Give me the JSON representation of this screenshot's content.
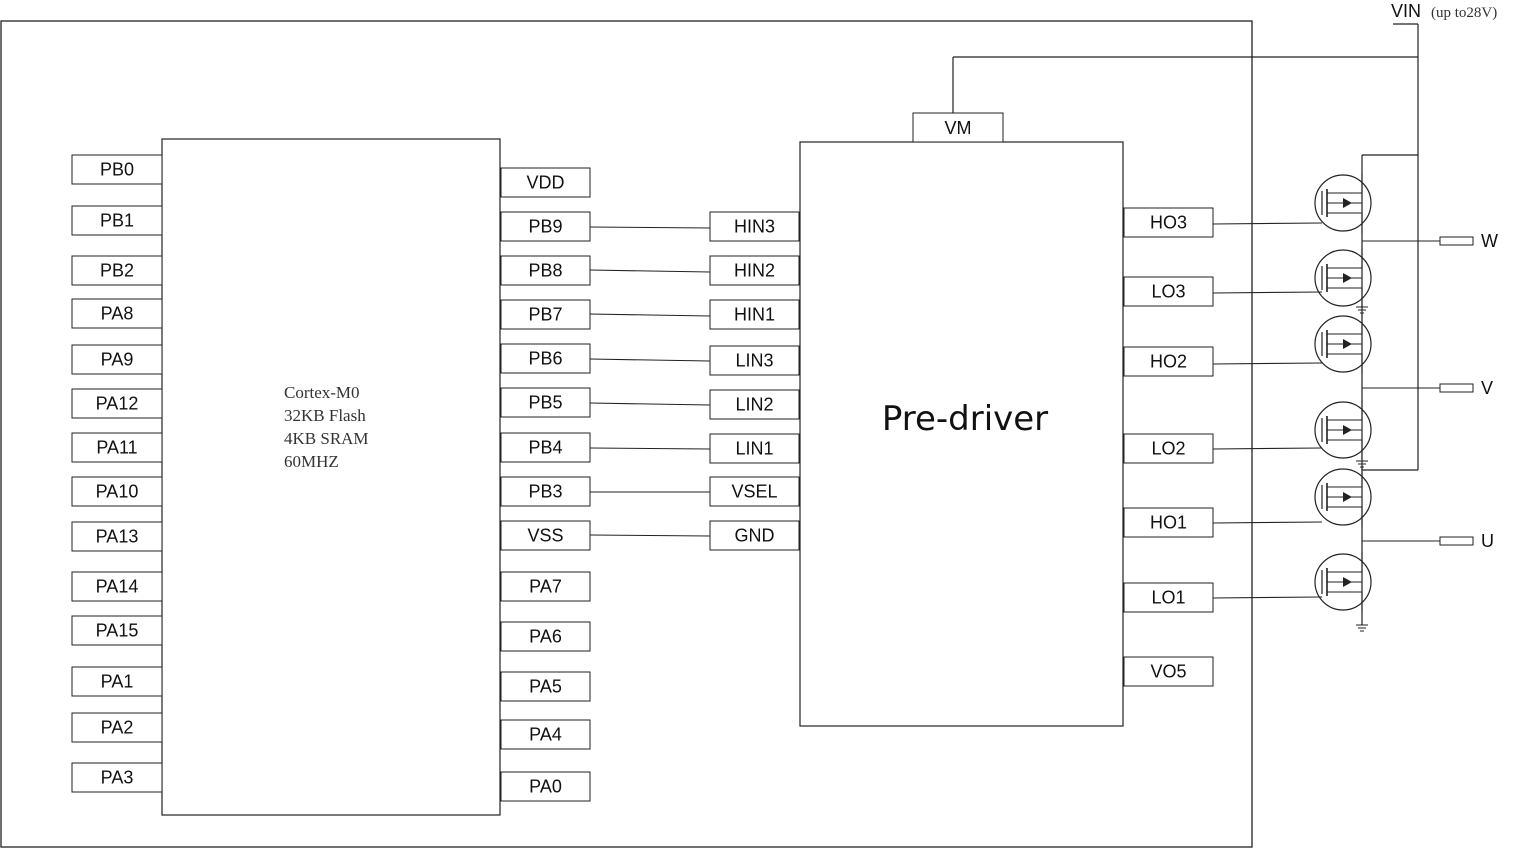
{
  "mcu": {
    "lines": [
      "Cortex-M0",
      "32KB Flash",
      "4KB SRAM",
      "60MHZ"
    ],
    "left_pins": [
      "PB0",
      "PB1",
      "PB2",
      "PA8",
      "PA9",
      "PA12",
      "PA11",
      "PA10",
      "PA13",
      "PA14",
      "PA15",
      "PA1",
      "PA2",
      "PA3"
    ],
    "right_pins": [
      "VDD",
      "PB9",
      "PB8",
      "PB7",
      "PB6",
      "PB5",
      "PB4",
      "PB3",
      "VSS",
      "PA7",
      "PA6",
      "PA5",
      "PA4",
      "PA0"
    ]
  },
  "predriver": {
    "title": "Pre-driver",
    "supply_pin": "VM",
    "input_pins": [
      "HIN3",
      "HIN2",
      "HIN1",
      "LIN3",
      "LIN2",
      "LIN1",
      "VSEL",
      "GND"
    ],
    "output_pins": [
      "HO3",
      "LO3",
      "HO2",
      "LO2",
      "HO1",
      "LO1",
      "VO5"
    ]
  },
  "power": {
    "label": "VIN",
    "note": "(up to28V)"
  },
  "phases": [
    "W",
    "V",
    "U"
  ]
}
